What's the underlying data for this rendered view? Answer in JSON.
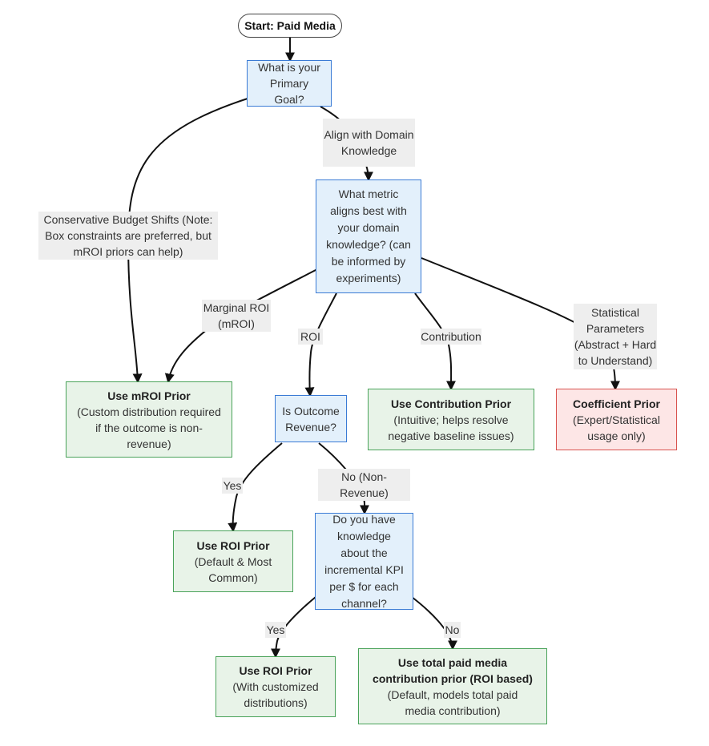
{
  "nodes": {
    "start": "Start: Paid Media",
    "primary_goal": "What is your Primary Goal?",
    "metric_align": "What metric aligns best with your domain knowledge? (can be informed by experiments)",
    "is_revenue": "Is Outcome Revenue?",
    "incremental_kpi": "Do you have knowledge about the incremental KPI per $ for each channel?",
    "mroi_prior": {
      "title": "Use mROI Prior",
      "desc": "(Custom distribution required if the outcome is non-revenue)"
    },
    "contribution_prior": {
      "title": "Use Contribution Prior",
      "desc": "(Intuitive; helps resolve negative baseline issues)"
    },
    "coefficient_prior": {
      "title": "Coefficient Prior",
      "desc": "(Expert/Statistical usage only)"
    },
    "roi_prior_default": {
      "title": "Use ROI Prior",
      "desc": "(Default & Most Common)"
    },
    "roi_prior_custom": {
      "title": "Use ROI Prior",
      "desc": "(With customized distributions)"
    },
    "total_paid_prior": {
      "title": "Use total paid media contribution prior (ROI based)",
      "desc": "(Default, models total paid media contribution)"
    }
  },
  "edge_labels": {
    "align_domain": "Align with Domain Knowledge",
    "conservative": "Conservative Budget Shifts (Note: Box constraints are preferred, but mROI priors can help)",
    "marginal_roi": "Marginal ROI (mROI)",
    "roi": "ROI",
    "contribution": "Contribution",
    "statistical": "Statistical Parameters (Abstract + Hard to Understand)",
    "yes_revenue": "Yes",
    "no_revenue": "No (Non-Revenue)",
    "yes_kpi": "Yes",
    "no_kpi": "No"
  },
  "colors": {
    "decision_fill": "#e3f0fb",
    "decision_border": "#3a7bd5",
    "outcome_fill": "#e8f3e8",
    "outcome_border": "#4aa35a",
    "warning_fill": "#fde6e6",
    "warning_border": "#d9534f",
    "edge": "#111111",
    "label_bg": "#eeeeee"
  }
}
